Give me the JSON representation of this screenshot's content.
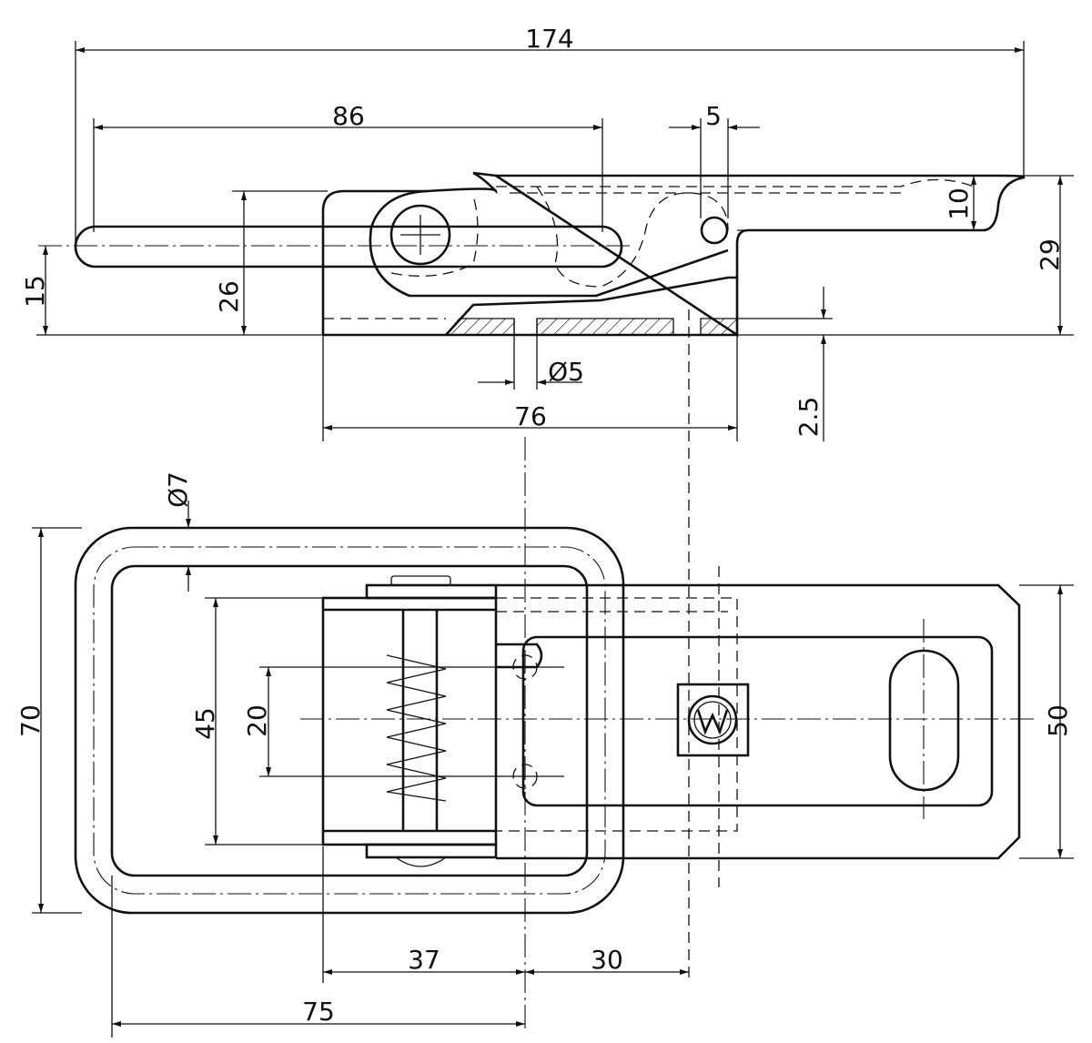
{
  "drawing": {
    "side_view": {
      "dims": {
        "overall_length": "174",
        "handle_length": "86",
        "hole_offset": "5",
        "hook_height": "10",
        "total_height": "29",
        "handle_axis_height": "15",
        "body_height": "26",
        "hole_diameter": "Ø5",
        "base_length": "76",
        "plate_thickness": "2.5"
      }
    },
    "top_view": {
      "dims": {
        "loop_wire_diameter": "Ø7",
        "loop_height": "70",
        "block_height": "45",
        "hole_spacing": "20",
        "plate_width": "50",
        "block_to_axis": "37",
        "axis_to_hole": "30",
        "loop_to_axis": "75"
      },
      "logo_letter": "W"
    }
  }
}
